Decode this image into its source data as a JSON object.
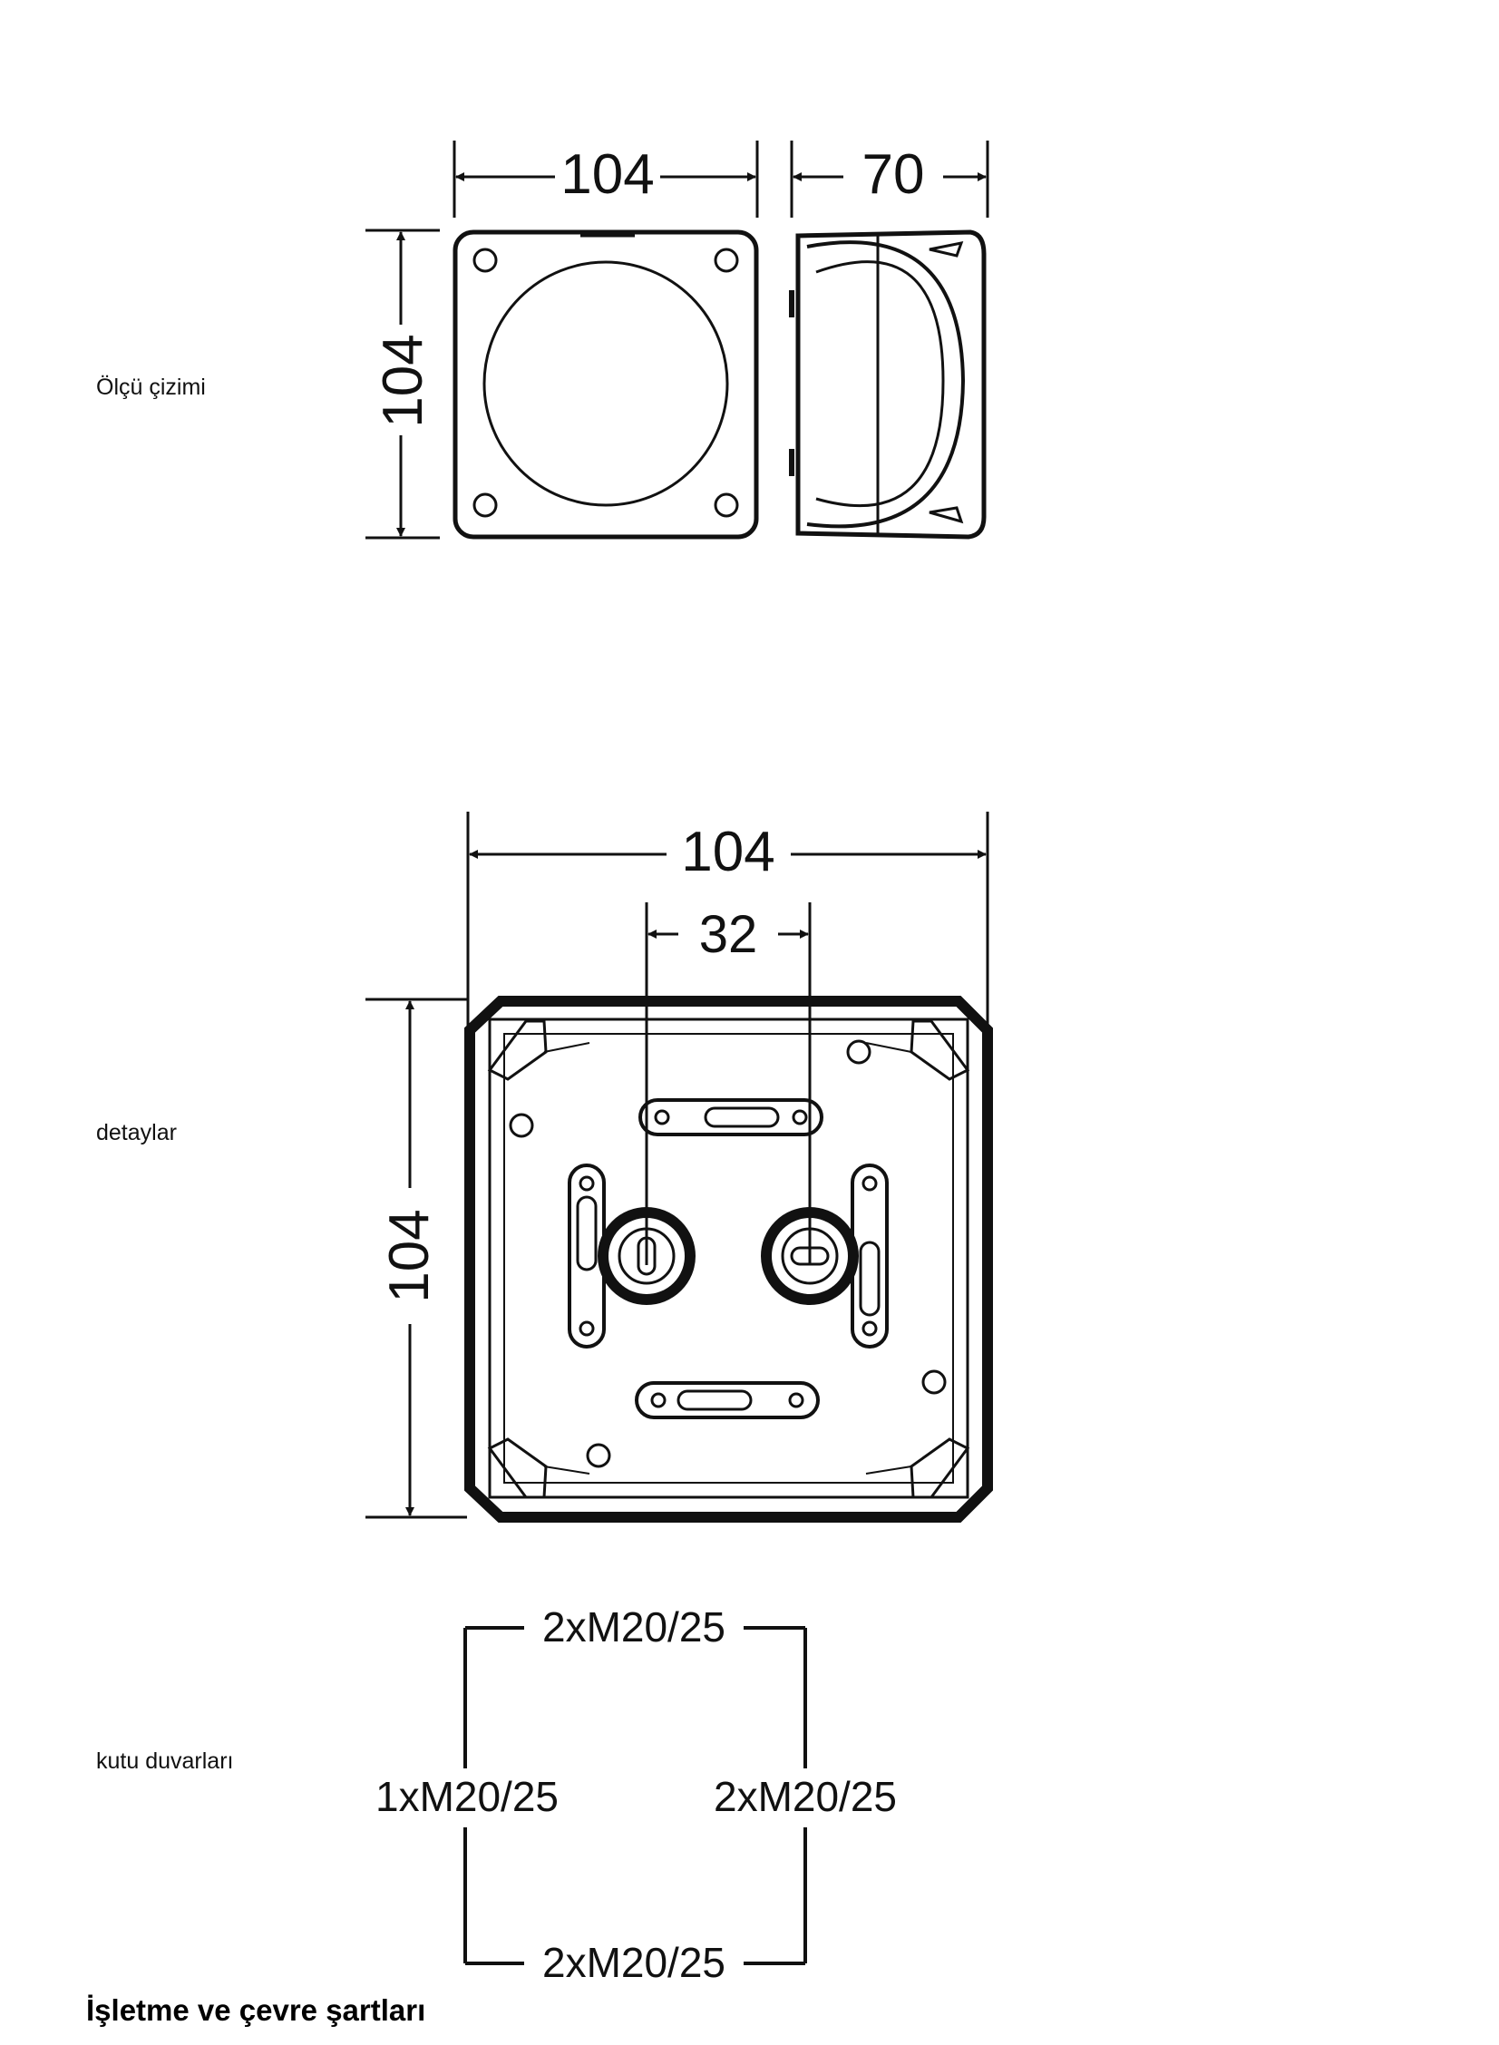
{
  "sections": {
    "dimension_drawing": {
      "label": "Ölçü çizimi"
    },
    "details": {
      "label": "detaylar"
    },
    "box_walls": {
      "label": "kutu duvarları"
    }
  },
  "dimensions": {
    "front_width": "104",
    "front_height": "104",
    "side_depth": "70",
    "detail_width": "104",
    "detail_spacing": "32",
    "detail_height": "104"
  },
  "walls": {
    "top": "2xM20/25",
    "left": "1xM20/25",
    "right": "2xM20/25",
    "bottom": "2xM20/25"
  },
  "footer": {
    "heading": "İşletme ve çevre şartları"
  }
}
